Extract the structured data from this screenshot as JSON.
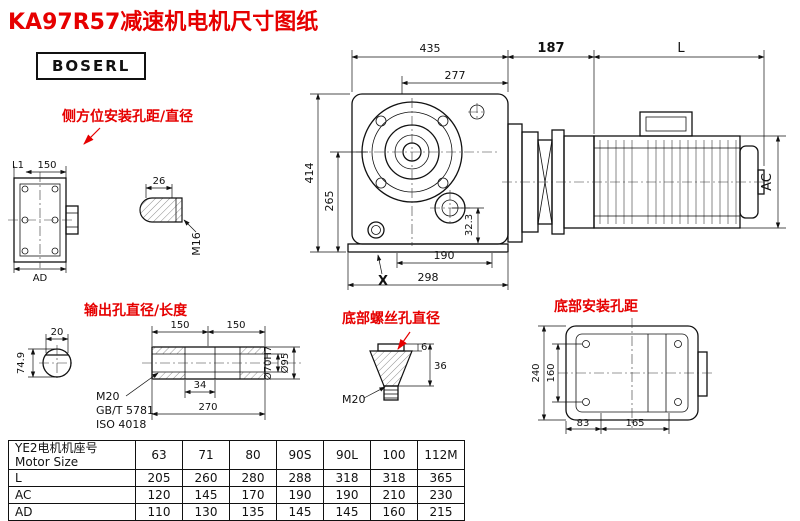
{
  "title": "KA97R57减速机电机尺寸图纸",
  "brand": "BOSERL",
  "annotations": {
    "side_mount": "侧方位安装孔距/直径",
    "output_hole": "输出孔直径/长度",
    "bottom_screw": "底部螺丝孔直径",
    "bottom_mount": "底部安装孔距"
  },
  "colors": {
    "annotation_red": "#e60000",
    "line": "#111111",
    "background": "#ffffff"
  },
  "dims": {
    "overall_width": "435",
    "adapter_length": "187",
    "motor_length": "L",
    "flange_width": "277",
    "overall_height": "414",
    "axis_height": "265",
    "motor_diameter": "AC",
    "foot_offset": "32.3",
    "foot_span": "190",
    "base_width": "298",
    "x_mark": "X",
    "side_l1": "L1",
    "side_150": "150",
    "side_ad": "AD",
    "shaft_dia": "26",
    "shaft_thread": "M16",
    "key_width": "20",
    "out_len_a": "150",
    "out_len_b": "150",
    "out_height": "74.9",
    "out_thread": "M20",
    "out_std_gb": "GB/T 5781",
    "out_std_iso": "ISO 4018",
    "out_step": "34",
    "out_total": "270",
    "out_bore": "Ø70H7",
    "out_od": "Ø95",
    "screw_step": "6",
    "screw_len": "36",
    "screw_thread": "M20",
    "bot_height": "240",
    "bot_span_v": "160",
    "bot_span_a": "83",
    "bot_span_b": "165"
  },
  "table": {
    "header_line1": "YE2电机机座号",
    "header_line2": "Motor Size",
    "sizes": [
      "63",
      "71",
      "80",
      "90S",
      "90L",
      "100",
      "112M"
    ],
    "rows": [
      {
        "label": "L",
        "values": [
          "205",
          "260",
          "280",
          "288",
          "318",
          "318",
          "365"
        ]
      },
      {
        "label": "AC",
        "values": [
          "120",
          "145",
          "170",
          "190",
          "190",
          "210",
          "230"
        ]
      },
      {
        "label": "AD",
        "values": [
          "110",
          "130",
          "135",
          "145",
          "145",
          "160",
          "215"
        ]
      }
    ]
  }
}
